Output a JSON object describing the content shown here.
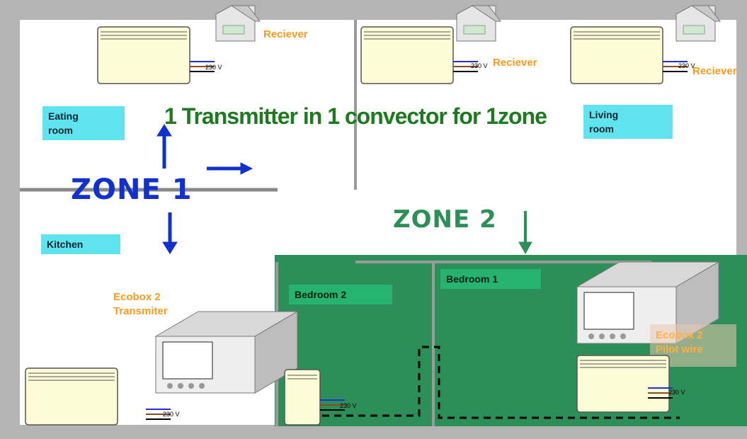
{
  "title": "1 Transmitter in 1 convector for 1zone",
  "zones": {
    "zone1": "ZONE 1",
    "zone2": "ZONE 2"
  },
  "rooms": {
    "eating_l1": "Eating",
    "eating_l2": "room",
    "living_l1": "Living",
    "living_l2": "room",
    "kitchen": "Kitchen",
    "bedroom1": "Bedroom 1",
    "bedroom2": "Bedroom 2"
  },
  "devices": {
    "receiver": "Reciever",
    "transmitter_l1": "Ecobox 2",
    "transmitter_l2": "Transmiter",
    "pilot_l1": "Ecobox 2",
    "pilot_l2": "Pilot wire"
  },
  "voltage": "230 V",
  "colors": {
    "background_frame": "#b4b4b4",
    "zone2_fill": "#2d8f58",
    "title": "#1e7a1e",
    "zone1": "#1030d0",
    "zone2": "#2d8f58",
    "room_label": "#5fe3ee",
    "device_label": "#ff9a1a"
  }
}
